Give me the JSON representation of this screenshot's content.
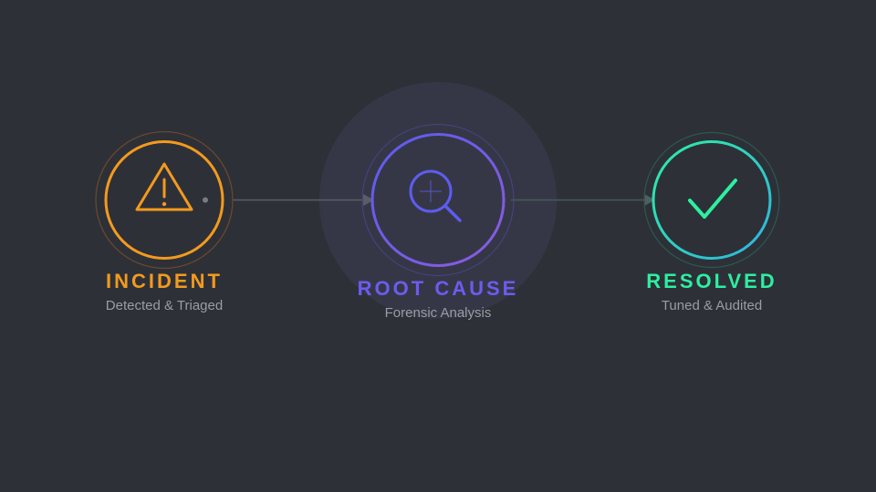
{
  "stages": [
    {
      "title": "INCIDENT",
      "subtitle": "Detected & Triaged",
      "icon": "warning-triangle-icon",
      "color": "#f39a1e"
    },
    {
      "title": "ROOT CAUSE",
      "subtitle": "Forensic Analysis",
      "icon": "magnifier-icon",
      "color": "#6b5cf0"
    },
    {
      "title": "RESOLVED",
      "subtitle": "Tuned & Audited",
      "icon": "checkmark-icon",
      "color": "#2cf0a0"
    }
  ],
  "colors": {
    "background": "#2e3038",
    "connector": "#5a5d66",
    "subtitle": "#9a9ca6",
    "resolved_gradient_end": "#2fb3e0",
    "root_cause_gradient_end": "#8a5ce0"
  }
}
